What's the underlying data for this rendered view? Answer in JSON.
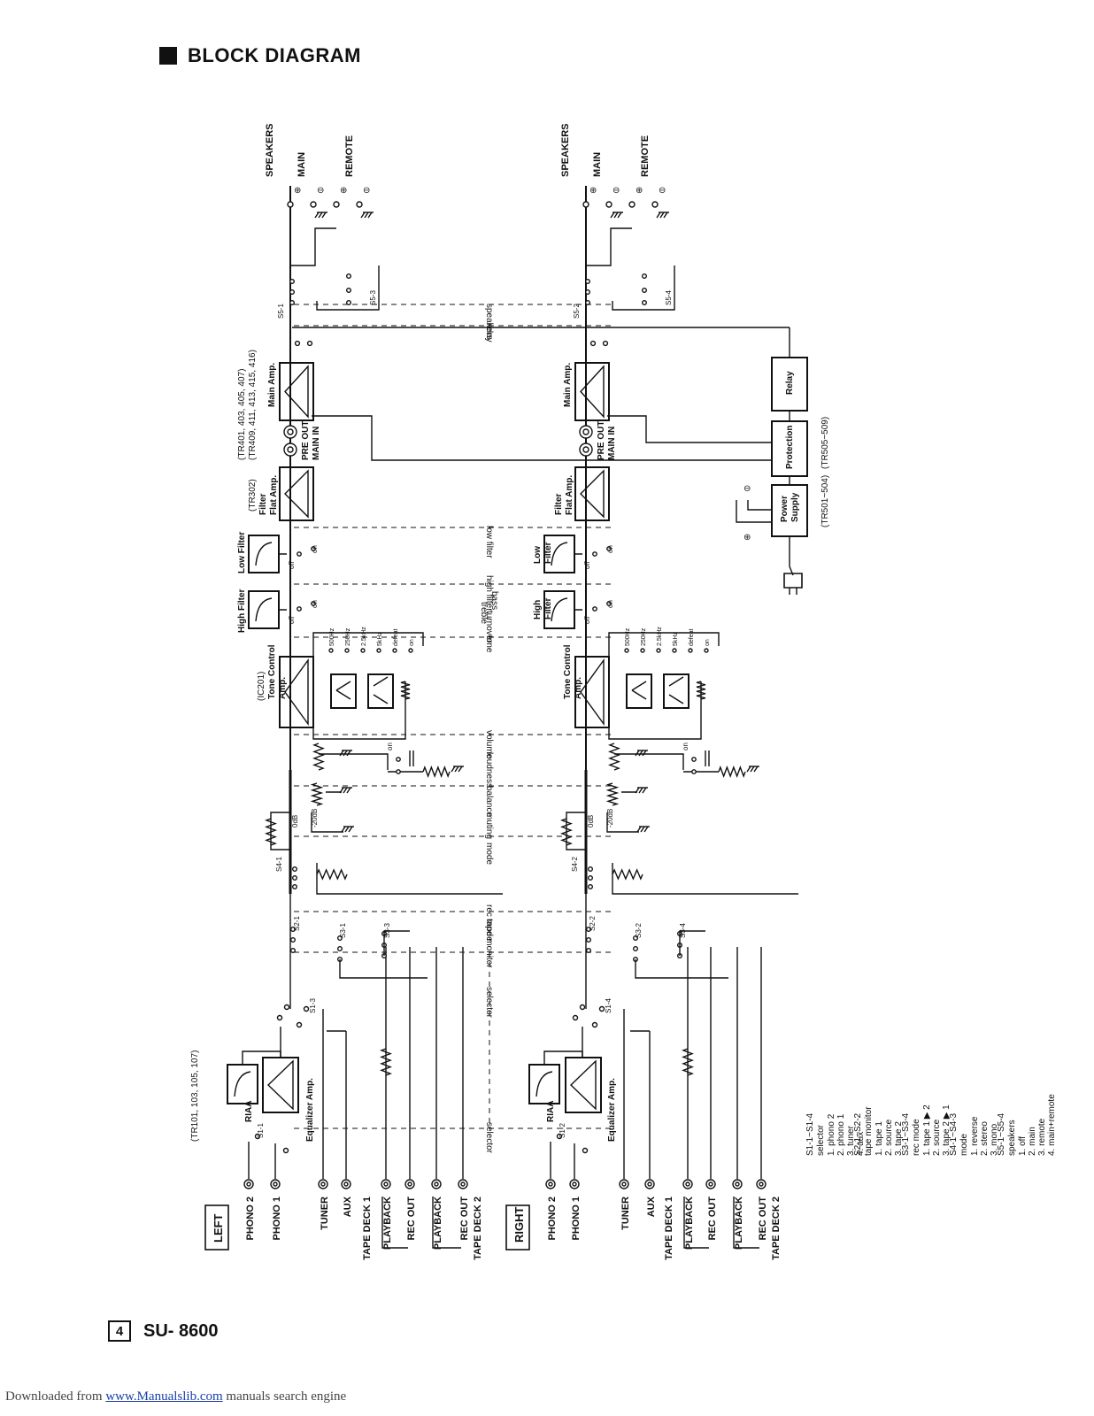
{
  "page": {
    "title": "BLOCK DIAGRAM",
    "page_number": "4",
    "model": "SU- 8600",
    "footer": {
      "prefix": "Downloaded from",
      "link_text": "www.Manualslib.com",
      "suffix": "manuals search engine"
    }
  },
  "channels": [
    {
      "label": "LEFT",
      "inputs": [
        "PHONO 2",
        "PHONO 1",
        "TUNER",
        "AUX",
        "PLAYBACK",
        "REC OUT",
        "PLAYBACK",
        "REC OUT"
      ],
      "tape_decks": [
        "TAPE DECK 1",
        "TAPE DECK 2"
      ],
      "blocks": {
        "riaa": "RIAA",
        "equalizer": "Equalizer Amp.",
        "equalizer_tr": "(TR101, 103, 105, 107)",
        "tone_control": [
          "Tone Control",
          "Amp."
        ],
        "tone_ic": "(IC201)",
        "high_filter": "High Filter",
        "low_filter": "Low Filter",
        "flat_amp": [
          "Filter",
          "Flat Amp."
        ],
        "flat_tr": "(TR302)",
        "pre_main": [
          "PRE OUT",
          "MAIN IN"
        ],
        "main_amp": "Main Amp.",
        "main_tr": [
          "(TR401, 403, 405, 407)",
          "(TR409, 411, 413, 415, 416)"
        ]
      },
      "switch_ids": {
        "selector": "S1-1",
        "selector2": "S1-3",
        "tape": "S2-1",
        "rec": "S3-1",
        "rec2": "S3-3",
        "mode": "S4-1",
        "speakers": "S5-1",
        "speakers2": "S5-3"
      },
      "freq_labels": [
        "500Hz",
        "250Hz",
        "2.5kHz",
        "5kHz",
        "defeat",
        "on"
      ],
      "speakers": {
        "title": "SPEAKERS",
        "main": "MAIN",
        "remote": "REMOTE"
      }
    },
    {
      "label": "RIGHT",
      "inputs": [
        "PHONO 2",
        "PHONO 1",
        "TUNER",
        "AUX",
        "PLAYBACK",
        "REC OUT",
        "PLAYBACK",
        "REC OUT"
      ],
      "tape_decks": [
        "TAPE DECK 1",
        "TAPE DECK 2"
      ],
      "blocks": {
        "riaa": "RIAA",
        "equalizer": "Equalizer Amp.",
        "tone_control": [
          "Tone Control",
          "Amp."
        ],
        "high_filter": [
          "High",
          "Filter"
        ],
        "low_filter": [
          "Low",
          "Filter"
        ],
        "flat_amp": [
          "Filter",
          "Flat Amp."
        ],
        "pre_main": [
          "PRE OUT",
          "MAIN IN"
        ],
        "main_amp": "Main Amp."
      },
      "switch_ids": {
        "selector": "S1-2",
        "selector2": "S1-4",
        "tape": "S2-2",
        "rec": "S3-2",
        "rec2": "S3-4",
        "mode": "S4-2",
        "speakers": "S5-2",
        "speakers2": "S5-4"
      },
      "freq_labels": [
        "500Hz",
        "250Hz",
        "2.5kHz",
        "5kHz",
        "defeat",
        "on"
      ],
      "speakers": {
        "title": "SPEAKERS",
        "main": "MAIN",
        "remote": "REMOTE"
      }
    }
  ],
  "controls": [
    "selector",
    "rec mode",
    "tape monitor",
    "mode",
    "muting",
    "balance",
    "loudness",
    "volume",
    "tone",
    "turnover",
    "treble",
    "bass",
    "high filter",
    "low filter",
    "relay",
    "speakers",
    "selector"
  ],
  "terminal_marks": {
    "plus": "⊕",
    "minus": "⊖"
  },
  "gain_labels": [
    "0dB",
    "-20dB"
  ],
  "switch_positions": [
    "off",
    "on"
  ],
  "power": {
    "power_supply": [
      "Power",
      "Supply"
    ],
    "protection": "Protection",
    "relay": "Relay",
    "tr_power": "(TR501~504)",
    "tr_protection": "(TR505~509)"
  },
  "legend": [
    {
      "ids": "S1-1~S1-4",
      "name": "selector",
      "items": [
        "1. phono 2",
        "2. phono 1",
        "3. tuner",
        "4. aux"
      ]
    },
    {
      "ids": "S2-1~S2-2",
      "name": "tape monitor",
      "items": [
        "1. tape 1",
        "2. source",
        "3. tape 2"
      ]
    },
    {
      "ids": "S3-1~S3-4",
      "name": "rec mode",
      "items": [
        "1. tape 1 ▶ 2",
        "2. source",
        "3. tape 2 ▶ 1"
      ]
    },
    {
      "ids": "S4-1~S4-3",
      "name": "mode",
      "items": [
        "1. reverse",
        "2. stereo",
        "3. mono"
      ]
    },
    {
      "ids": "S5-1~S5-4",
      "name": "speakers",
      "items": [
        "1. off",
        "2. main",
        "3. remote",
        "4. main+remote"
      ]
    }
  ]
}
